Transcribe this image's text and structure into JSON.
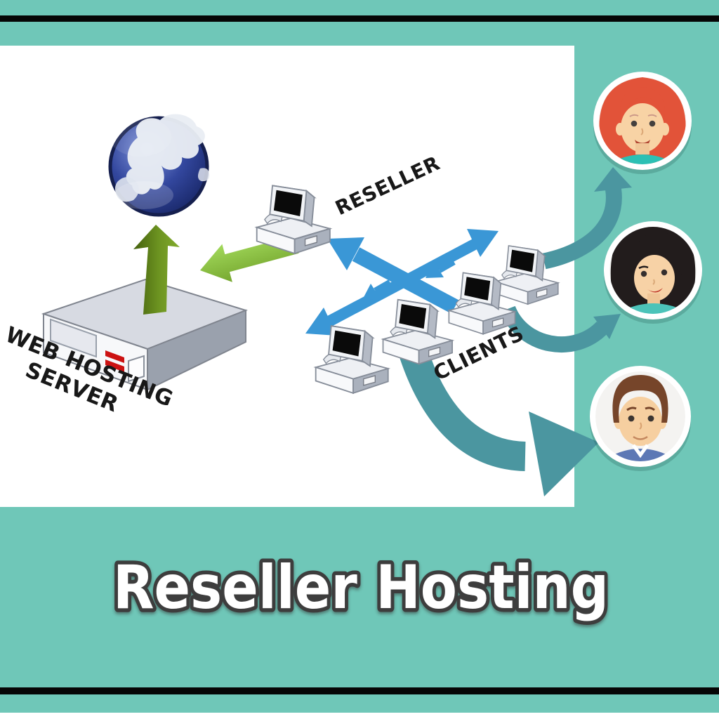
{
  "title": "Reseller Hosting",
  "diagram": {
    "labels": {
      "server_line1": "WEB HOSTING",
      "server_line2": "SERVER",
      "reseller": "RESELLER",
      "clients": "CLIENTS"
    },
    "client_computer_count": 4,
    "user_avatar_count": 3
  },
  "colors": {
    "background": "#6fc7b8",
    "panel": "#ffffff",
    "frame_line": "#060606",
    "blue_arrow": "#3a97d6",
    "teal_arrow": "#4b96a0",
    "green_arrow_dark": "#5c7d17",
    "green_arrow_light": "#8cc63e",
    "title_fill": "#ffffff",
    "title_outline": "#3d3d3d"
  }
}
